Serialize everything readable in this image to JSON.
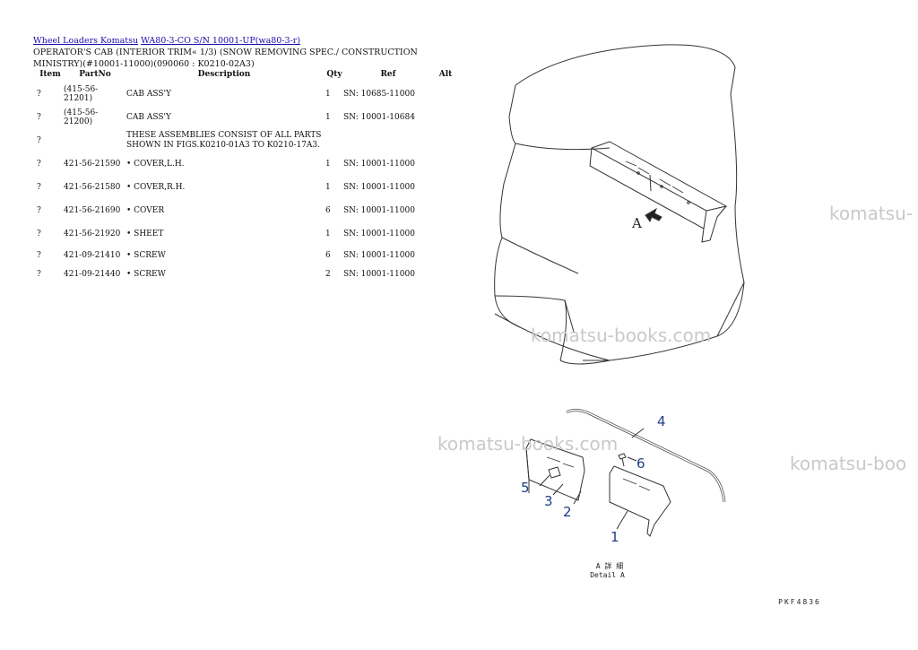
{
  "breadcrumb": {
    "link1": "Wheel Loaders Komatsu",
    "link2": "WA80-3-CO S/N 10001-UP(wa80-3-r)"
  },
  "page_title": "OPERATOR'S CAB (INTERIOR TRIM« 1/3) (SNOW REMOVING SPEC./ CONSTRUCTION MINISTRY)(#10001-11000)(090060 : K0210-02A3)",
  "table": {
    "headers": [
      "Item",
      "PartNo",
      "Description",
      "Qty",
      "Ref",
      "Alt"
    ],
    "rows": [
      {
        "item": "?",
        "part": "(415-56-21201)",
        "desc": "CAB ASS'Y",
        "qty": "1",
        "ref": "SN: 10685-11000",
        "alt": ""
      },
      {
        "item": "?",
        "part": "(415-56-21200)",
        "desc": "CAB ASS'Y",
        "qty": "1",
        "ref": "SN: 10001-10684",
        "alt": ""
      },
      {
        "item": "?",
        "part": "",
        "desc": "THESE ASSEMBLIES CONSIST OF ALL PARTS SHOWN IN FIGS.K0210-01A3 TO K0210-17A3.",
        "qty": "",
        "ref": "",
        "alt": ""
      },
      {
        "item": "?",
        "part": "421-56-21590",
        "desc": "• COVER,L.H.",
        "qty": "1",
        "ref": "SN: 10001-11000",
        "alt": ""
      },
      {
        "item": "?",
        "part": "421-56-21580",
        "desc": "• COVER,R.H.",
        "qty": "1",
        "ref": "SN: 10001-11000",
        "alt": ""
      },
      {
        "item": "?",
        "part": "421-56-21690",
        "desc": "• COVER",
        "qty": "6",
        "ref": "SN: 10001-11000",
        "alt": ""
      },
      {
        "item": "?",
        "part": "421-56-21920",
        "desc": "• SHEET",
        "qty": "1",
        "ref": "SN: 10001-11000",
        "alt": ""
      },
      {
        "item": "?",
        "part": "421-09-21410",
        "desc": "• SCREW",
        "qty": "6",
        "ref": "SN: 10001-11000",
        "alt": ""
      },
      {
        "item": "?",
        "part": "421-09-21440",
        "desc": "• SCREW",
        "qty": "2",
        "ref": "SN: 10001-11000",
        "alt": ""
      }
    ]
  },
  "drawing": {
    "view_marker": "A",
    "callouts": [
      "1",
      "2",
      "3",
      "4",
      "5",
      "6"
    ],
    "detail_caption_jp": "A 詳 細",
    "detail_caption_en": "Detail A",
    "figure_code": "PKF4836"
  },
  "watermarks": [
    "komatsu-",
    "komatsu-books.com",
    "komatsu-books.com",
    "komatsu-boo"
  ]
}
